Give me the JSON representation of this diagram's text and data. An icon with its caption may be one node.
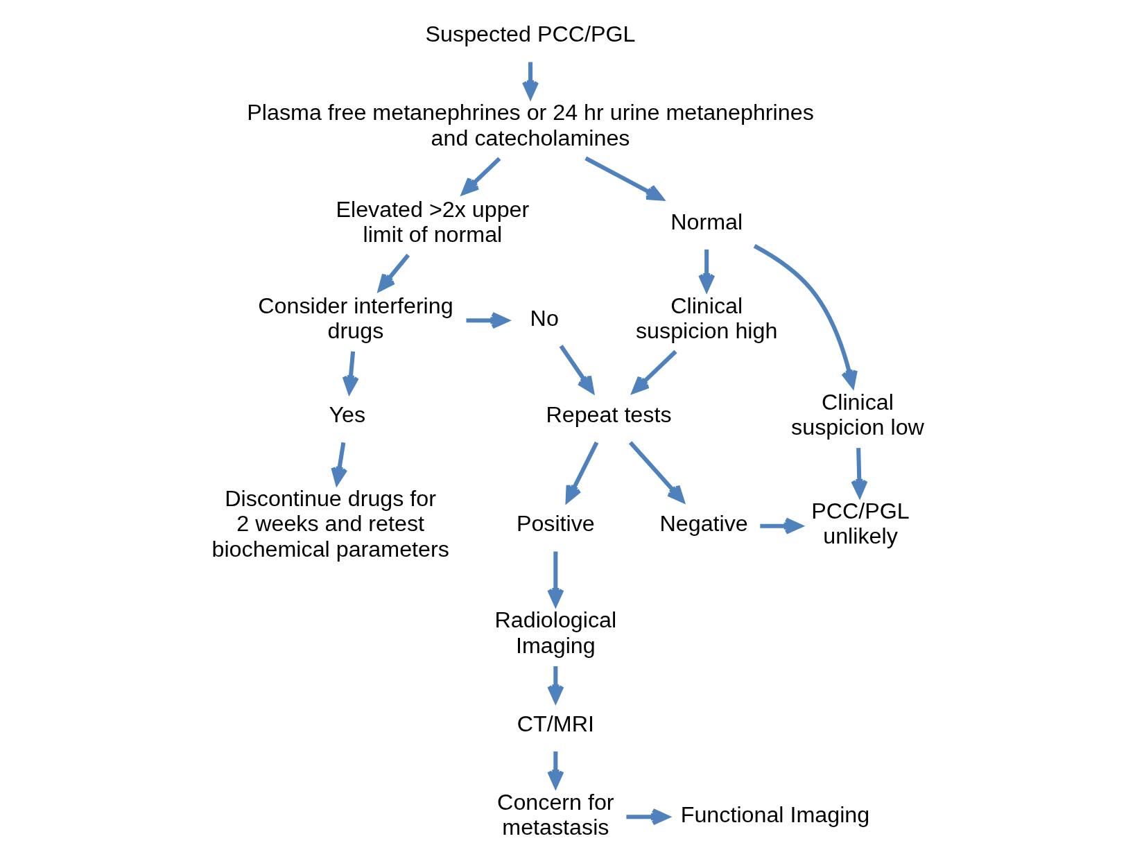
{
  "diagram": {
    "nodes": [
      {
        "text": [
          "Suspected PCC/PGL"
        ]
      },
      {
        "text": [
          "Plasma free metanephrines or 24 hr urine metanephrines and catecholamines"
        ]
      },
      {
        "text": [
          "Elevated >2x upper limit of normal"
        ]
      },
      {
        "text": [
          "Normal"
        ]
      },
      {
        "text": [
          "Consider interfering drugs"
        ]
      },
      {
        "text": [
          "Clinical suspicion high"
        ]
      },
      {
        "text": [
          "Clinical suspicion low"
        ]
      },
      {
        "text": [
          "No"
        ]
      },
      {
        "text": [
          "Repeat tests"
        ]
      },
      {
        "text": [
          "Yes"
        ]
      },
      {
        "text": [
          "Positive"
        ]
      },
      {
        "text": [
          "Negative"
        ]
      },
      {
        "text": [
          "PCC/PGL unlikely"
        ]
      },
      {
        "text": [
          "Discontinue drugs for 2 weeks and retest biochemical parameters"
        ]
      },
      {
        "text": [
          "Radiological Imaging"
        ]
      },
      {
        "text": [
          "CT/MRI"
        ]
      },
      {
        "text": [
          "Concern for metastasis"
        ]
      },
      {
        "text": [
          "Functional Imaging"
        ]
      }
    ],
    "edges": [
      {
        "from": 0,
        "to": 1,
        "arrow": "to"
      },
      {
        "from": 1,
        "to": 2,
        "arrow": "to"
      },
      {
        "from": 1,
        "to": 3,
        "arrow": "to"
      },
      {
        "from": 2,
        "to": 4,
        "arrow": "to"
      },
      {
        "from": 3,
        "to": 5,
        "arrow": "to"
      },
      {
        "from": 3,
        "to": 6,
        "arrow": "to"
      },
      {
        "from": 4,
        "to": 7,
        "arrow": "to"
      },
      {
        "from": 4,
        "to": 9,
        "arrow": "to"
      },
      {
        "from": 7,
        "to": 8,
        "arrow": "to"
      },
      {
        "from": 5,
        "to": 8,
        "arrow": "to"
      },
      {
        "from": 6,
        "to": 12,
        "arrow": "to"
      },
      {
        "from": 8,
        "to": 10,
        "arrow": "to"
      },
      {
        "from": 8,
        "to": 11,
        "arrow": "to"
      },
      {
        "from": 11,
        "to": 12,
        "arrow": "to"
      },
      {
        "from": 9,
        "to": 13,
        "arrow": "to"
      },
      {
        "from": 10,
        "to": 14,
        "arrow": "to"
      },
      {
        "from": 14,
        "to": 15,
        "arrow": "to"
      },
      {
        "from": 15,
        "to": 16,
        "arrow": "to"
      },
      {
        "from": 16,
        "to": 17,
        "arrow": "to"
      }
    ]
  }
}
